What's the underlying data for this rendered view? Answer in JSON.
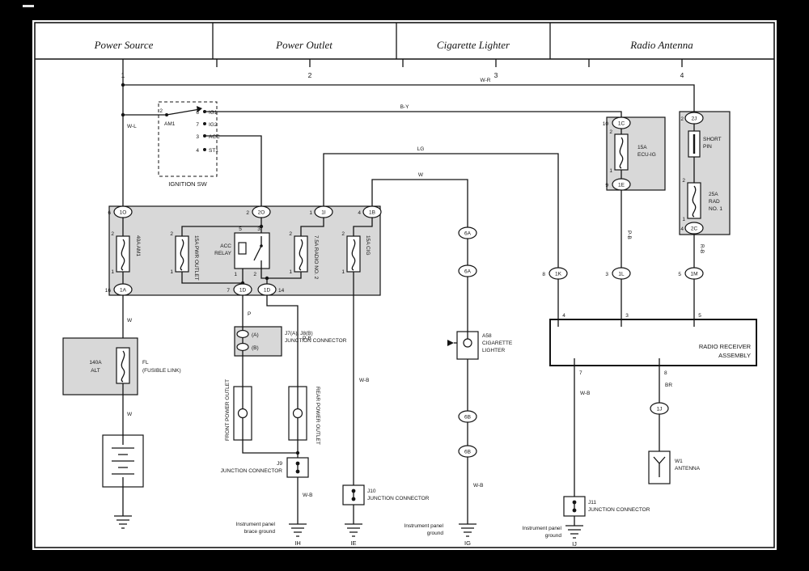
{
  "colors": {
    "bg": "#000000",
    "panel": "#ffffff",
    "block": "#d8d8d8",
    "ink": "#141414"
  },
  "header": {
    "sections": [
      {
        "label": "Power Source"
      },
      {
        "label": "Power Outlet"
      },
      {
        "label": "Cigarette Lighter"
      },
      {
        "label": "Radio Antenna"
      }
    ]
  },
  "grid": {
    "d1": "1",
    "d2": "2",
    "d3": "3",
    "d4": "4"
  },
  "ignition": {
    "label": "IGNITION SW",
    "am1_no": "2",
    "am1": "AM1",
    "ig1_no": "6",
    "ig1": "IG1",
    "ig2_no": "7",
    "ig2": "IG2",
    "acc_no": "3",
    "acc": "ACC",
    "st1_no": "4",
    "st1": "ST1"
  },
  "wires": {
    "wl": "W-L",
    "wr": "W-R",
    "by": "B-Y",
    "lg": "LG",
    "w": "W",
    "w_alt": "W",
    "w_bat": "W",
    "p": "P",
    "pb": "P-B",
    "wb_out": "W-B",
    "wb_cig": "W-B",
    "wb_lighter": "W-B",
    "pb_ecu": "P-B",
    "rb": "R-B",
    "wb_radio": "W-B",
    "br": "BR"
  },
  "jb": {
    "top": [
      {
        "no": "6",
        "name": "1O"
      },
      {
        "no": "2",
        "name": "2O"
      },
      {
        "no": "1",
        "name": "1I"
      },
      {
        "no": "4",
        "name": "1B"
      }
    ],
    "bottom": [
      {
        "no": "16",
        "name": "1A"
      },
      {
        "no": "7",
        "name": "1D"
      },
      {
        "no": "14",
        "name": "1D"
      }
    ],
    "pin_top": "2",
    "pin_bot": "1",
    "fuses": [
      {
        "label": "40A AM1"
      },
      {
        "label": "15A PWR OUTLET"
      },
      {
        "label": "7.5A RADIO NO. 2"
      },
      {
        "label": "15A CIG"
      }
    ],
    "relay": {
      "l1": "ACC",
      "l2": "RELAY",
      "p5": "5",
      "p3": "3",
      "p1": "1",
      "p2": "2"
    }
  },
  "fl": {
    "f1": "140A",
    "f2": "ALT",
    "l1": "FL",
    "l2": "(FUSIBLE LINK)"
  },
  "outlet": {
    "jc7": {
      "a": "(A)",
      "b": "(B)",
      "l1": "J7(A), J8(B)",
      "l2": "JUNCTION CONNECTOR"
    },
    "front": "FRONT POWER OUTLET",
    "rear": "REAR POWER OUTLET",
    "jc9": {
      "l1": "J9",
      "l2": "JUNCTION CONNECTOR"
    },
    "gnd": {
      "l1": "Instrument panel",
      "l2": "brace ground",
      "code": "IH"
    }
  },
  "cig": {
    "c1": "6A",
    "c2": "6A",
    "c3": "6B",
    "c4": "6B",
    "comp": {
      "l1": "A58",
      "l2": "CIGARETTE",
      "l3": "LIGHTER"
    },
    "jc10": {
      "l1": "J10",
      "l2": "JUNCTION CONNECTOR"
    },
    "code10": "IE",
    "gnd": {
      "l1": "Instrument panel",
      "l2": "ground",
      "code": "IG"
    }
  },
  "ecu": {
    "pin_top": "10",
    "conn_top": "1C",
    "f1": "15A",
    "f2": "ECU-IG",
    "fp_top": "2",
    "fp_bot": "1",
    "pin_bot": "9",
    "conn_bot": "1E"
  },
  "rad": {
    "pin_top": "2",
    "conn_top": "2J",
    "s1": "SHORT",
    "s2": "PIN",
    "f1": "25A",
    "f2": "RAD",
    "f3": "NO. 1",
    "fp_top": "2",
    "fp_bot": "1",
    "pin_bot": "4",
    "conn_bot": "2C"
  },
  "mid": [
    {
      "no": "8",
      "name": "1K"
    },
    {
      "no": "3",
      "name": "1L"
    },
    {
      "no": "5",
      "name": "1M"
    }
  ],
  "radio": {
    "t1": "4",
    "t2": "3",
    "t3": "5",
    "b1": "7",
    "b2": "8",
    "l1": "RADIO RECEIVER",
    "l2": "ASSEMBLY",
    "jc11": {
      "l1": "J11",
      "l2": "JUNCTION CONNECTOR"
    },
    "gnd": {
      "l1": "Instrument panel",
      "l2": "ground",
      "code": "IJ"
    }
  },
  "antenna": {
    "conn": "1J",
    "l1": "W1",
    "l2": "ANTENNA"
  }
}
